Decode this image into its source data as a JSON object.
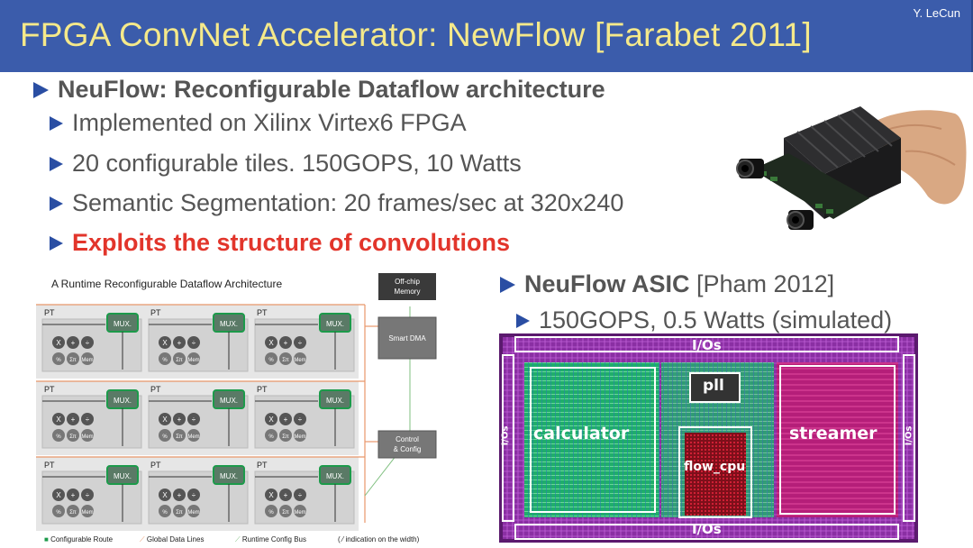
{
  "header": {
    "title": "FPGA ConvNet Accelerator: NewFlow [Farabet 2011]",
    "author": "Y. LeCun"
  },
  "bullets": {
    "main": "NeuFlow: Reconfigurable Dataflow architecture",
    "items": [
      "Implemented on Xilinx Virtex6 FPGA",
      "20 configurable tiles. 150GOPS, 10 Watts",
      "Semantic Segmentation: 20 frames/sec at 320x240",
      "Exploits the structure of convolutions"
    ]
  },
  "asic": {
    "name": "NeuFlow ASIC",
    "citation": " [Pham 2012]",
    "spec": "150GOPS, 0.5 Watts (simulated)"
  },
  "diagram": {
    "title": "A Runtime Reconfigurable Dataflow Architecture",
    "pt": "PT",
    "mux": "MUX.",
    "ops": [
      "X",
      "+",
      "÷",
      "%",
      "Σπ",
      "Mem"
    ],
    "offchip": [
      "Off-chip",
      "Memory"
    ],
    "smart_dma": "Smart DMA",
    "control": [
      "Control",
      "& Config"
    ],
    "legend": [
      "Configurable Route",
      "Global Data Lines",
      "Runtime Config Bus",
      "( ⁄ indication on the width)"
    ]
  },
  "chip": {
    "io_top": "I/Os",
    "io_bottom": "I/Os",
    "io_left": "I/Os",
    "io_right": "I/Os",
    "pll": "pll",
    "calculator": "calculator",
    "streamer": "streamer",
    "flow_cpu": "flow_cpu"
  },
  "colors": {
    "header_bg": "#3b5cab",
    "title": "#f5e98a",
    "bullet": "#2a4ea3",
    "highlight": "#e2352b"
  }
}
